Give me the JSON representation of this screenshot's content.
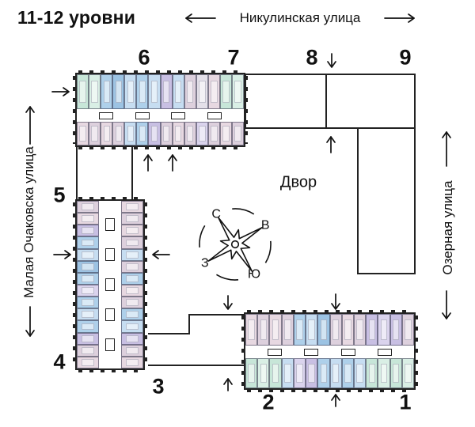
{
  "title": "11-12 уровни",
  "streets": {
    "top": "Никулинская улица",
    "left": "Малая Очаковска улица",
    "right": "Озерная улица"
  },
  "courtyard": "Двор",
  "compass": {
    "north": "С",
    "east": "В",
    "south": "Ю",
    "west": "З"
  },
  "section_labels": [
    "1",
    "2",
    "3",
    "4",
    "5",
    "6",
    "7",
    "8",
    "9"
  ],
  "colors": {
    "line": "#222222",
    "text": "#111111"
  },
  "palette": {
    "teal": "#c7e6d8",
    "teal2": "#d9efe5",
    "blue": "#aed0ea",
    "blue2": "#c6ddf1",
    "blue3": "#9cc3e3",
    "lav": "#c8bfe3",
    "lav2": "#dad3ed",
    "mauve": "#ddd0dd",
    "pink": "#e7d8e1",
    "gray": "#e4e0e9"
  },
  "buildings": {
    "top": {
      "row_top": [
        "teal",
        "teal2",
        "blue",
        "blue3",
        "blue2",
        "blue",
        "blue2",
        "lav",
        "blue2",
        "mauve",
        "gray",
        "pink",
        "teal",
        "teal2"
      ],
      "row_bottom": [
        "pink",
        "mauve",
        "pink",
        "mauve",
        "blue2",
        "blue",
        "lav",
        "mauve",
        "pink",
        "mauve",
        "lav2",
        "mauve",
        "pink",
        "mauve"
      ]
    },
    "left": {
      "col_left": [
        "mauve",
        "pink",
        "lav",
        "blue",
        "blue2",
        "blue3",
        "blue",
        "lav2",
        "blue",
        "blue2",
        "blue",
        "lav",
        "mauve",
        "pink"
      ],
      "col_right": [
        "pink",
        "mauve",
        "pink",
        "mauve",
        "blue2",
        "mauve",
        "blue",
        "pink",
        "mauve",
        "blue",
        "blue2",
        "lav",
        "mauve",
        "pink"
      ]
    },
    "bottom": {
      "row_top": [
        "pink",
        "mauve",
        "pink",
        "mauve",
        "blue",
        "blue2",
        "blue3",
        "mauve",
        "pink",
        "mauve",
        "lav",
        "lav2",
        "lav",
        "mauve"
      ],
      "row_bottom": [
        "teal",
        "teal2",
        "teal",
        "blue2",
        "lav2",
        "lav",
        "blue",
        "blue2",
        "blue",
        "blue2",
        "teal",
        "teal2",
        "teal",
        "teal2"
      ]
    }
  }
}
